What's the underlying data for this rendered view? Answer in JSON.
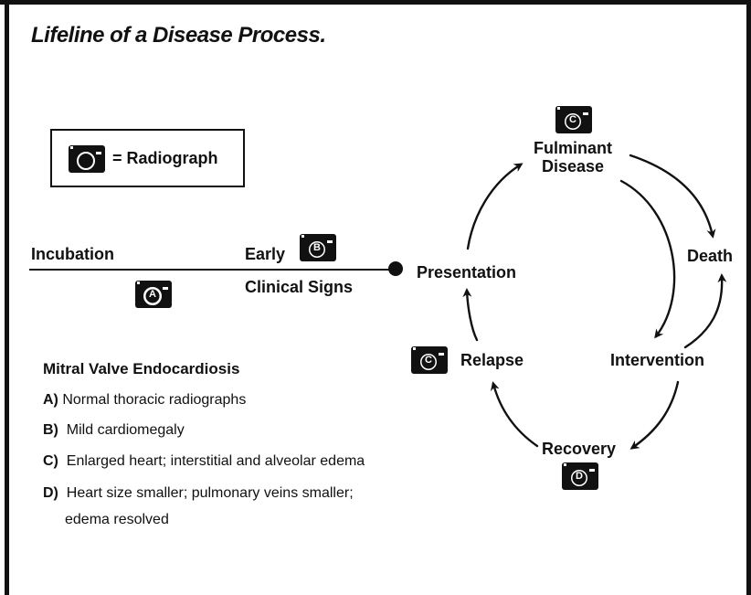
{
  "title": "Lifeline of a Disease Process.",
  "legend": {
    "icon": "camera-icon",
    "text": "= Radiograph"
  },
  "nodes": {
    "incubation": "Incubation",
    "early": "Early",
    "clinical_signs": "Clinical Signs",
    "presentation": "Presentation",
    "fulminant_line1": "Fulminant",
    "fulminant_line2": "Disease",
    "death": "Death",
    "intervention": "Intervention",
    "recovery": "Recovery",
    "relapse": "Relapse"
  },
  "camera_letters": {
    "a": "A",
    "b": "B",
    "c_top": "C",
    "c_relapse": "C",
    "d": "D"
  },
  "list": {
    "heading": "Mitral Valve Endocardiosis",
    "items": [
      {
        "key": "A)",
        "text": " Normal thoracic radiographs"
      },
      {
        "key": "B)",
        "text": "  Mild cardiomegaly"
      },
      {
        "key": "C)",
        "text": "  Enlarged heart; interstitial and alveolar edema"
      },
      {
        "key": "D)",
        "text": "  Heart size smaller; pulmonary veins smaller;"
      }
    ],
    "continuation": "edema resolved"
  },
  "colors": {
    "ink": "#111111",
    "background": "#ffffff"
  }
}
